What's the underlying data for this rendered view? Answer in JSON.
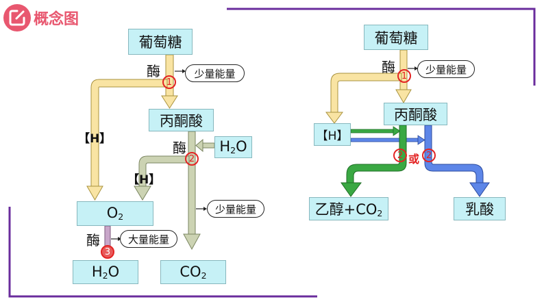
{
  "header": {
    "icon": "edit-square-icon",
    "title": "概念图"
  },
  "colors": {
    "accent": "#e8576f",
    "frame": "#6a2c9c",
    "box_fill": "#c6f1f6",
    "yellow_arrow": "#f9e4a3",
    "olive_arrow": "#ccd3b3",
    "mauve_arrow": "#c8a6c9",
    "green_arrow": "#3aa843",
    "blue_arrow": "#5d86e8",
    "step_red": "#e32323"
  },
  "left_diagram": {
    "glucose": "葡萄糖",
    "enzyme_1": "酶",
    "energy_1": "少量能量",
    "step_1": "1",
    "pyruvate": "丙酮酸",
    "h_label_1": "【H】",
    "enzyme_2": "酶",
    "water_in": {
      "main": "H",
      "sub": "2",
      "tail": "O"
    },
    "step_2": "2",
    "h_label_2": "【H】",
    "energy_2": "少量能量",
    "oxygen": {
      "main": "O",
      "sub": "2"
    },
    "enzyme_3": "酶",
    "energy_3": "大量能量",
    "step_3": "3",
    "water_out": {
      "main": "H",
      "sub": "2",
      "tail": "O"
    },
    "co2": {
      "main": "CO",
      "sub": "2"
    }
  },
  "right_diagram": {
    "glucose": "葡萄糖",
    "enzyme_1": "酶",
    "energy_1": "少量能量",
    "step_1": "1",
    "pyruvate": "丙酮酸",
    "h_label": "【H】",
    "step_2a": "2",
    "or_label": "或",
    "step_2b": "2",
    "ethanol_co2": {
      "main": "乙醇+CO",
      "sub": "2"
    },
    "lactic_acid": "乳酸"
  }
}
